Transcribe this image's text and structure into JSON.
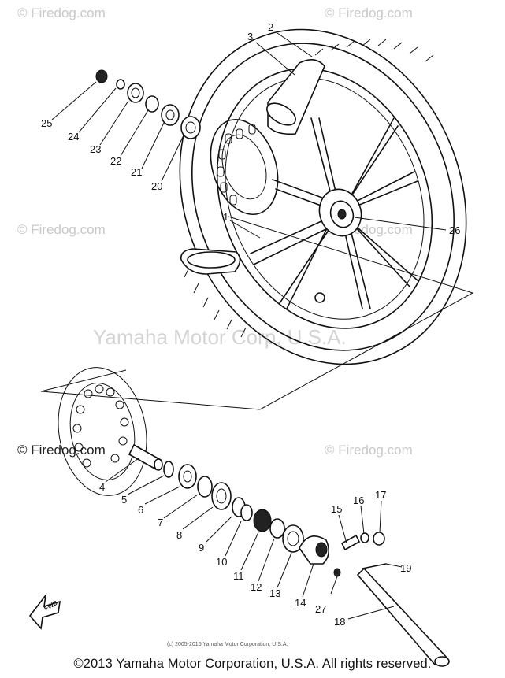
{
  "watermarks": {
    "site": "© Firedog.com",
    "center": "Yamaha Motor Corp, U.S.A."
  },
  "diagram": {
    "credit": "(c) 2005-2015 Yamaha Motor Corporation, U.S.A.",
    "fwd_label": "FWD",
    "callouts": [
      "1",
      "2",
      "3",
      "4",
      "5",
      "6",
      "7",
      "8",
      "9",
      "10",
      "11",
      "12",
      "13",
      "14",
      "15",
      "16",
      "17",
      "18",
      "19",
      "20",
      "21",
      "22",
      "23",
      "24",
      "25",
      "26",
      "27"
    ]
  },
  "footer": {
    "copyright": "©2013 Yamaha Motor Corporation, U.S.A. All rights reserved."
  }
}
